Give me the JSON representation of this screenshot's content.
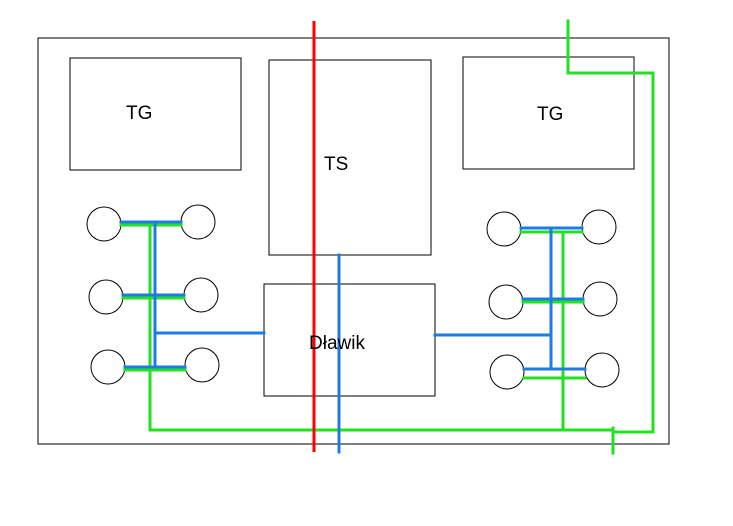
{
  "labels": {
    "tg_left": "TG",
    "ts": "TS",
    "tg_right": "TG",
    "choke": "Dławik"
  },
  "colors": {
    "outline": "#000000",
    "red": "#ff0000",
    "blue": "#1e7be6",
    "green": "#22e022",
    "background": "#ffffff"
  }
}
